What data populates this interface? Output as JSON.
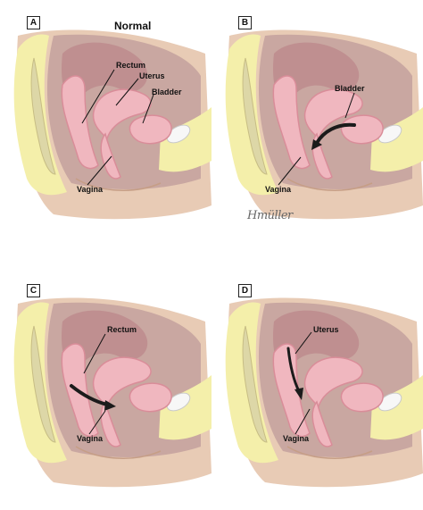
{
  "figure": {
    "panels": [
      {
        "letter": "A",
        "title": "Normal",
        "labels": [
          "Rectum",
          "Uterus",
          "Bladder",
          "Vagina"
        ]
      },
      {
        "letter": "B",
        "labels": [
          "Bladder",
          "Vagina"
        ],
        "signature": "Hmüller"
      },
      {
        "letter": "C",
        "labels": [
          "Rectum",
          "Vagina"
        ]
      },
      {
        "letter": "D",
        "labels": [
          "Uterus",
          "Vagina"
        ]
      }
    ]
  },
  "colors": {
    "skin": "#e8cbb5",
    "fat": "#f4efaa",
    "organ": "#f0b7bf",
    "organ_dark": "#d98d99",
    "bone": "#ddd7a7",
    "cavity": "#c9a7a1",
    "arrow": "#1b1b1b"
  }
}
